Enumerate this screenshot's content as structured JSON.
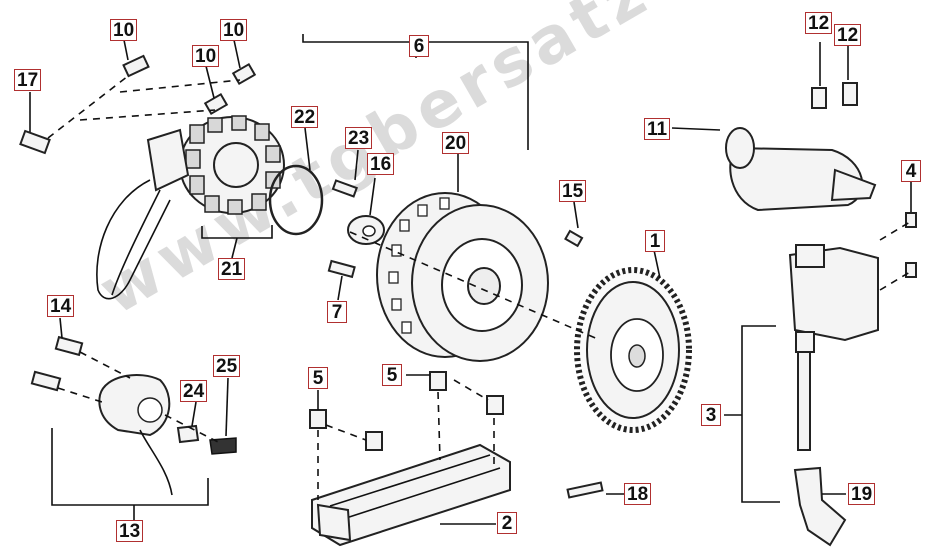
{
  "watermark": "www.tgbersatzteile.de",
  "callouts": [
    {
      "key": "c10a",
      "label": "10"
    },
    {
      "key": "c10b",
      "label": "10"
    },
    {
      "key": "c10c",
      "label": "10"
    },
    {
      "key": "c6",
      "label": "6"
    },
    {
      "key": "c12a",
      "label": "12"
    },
    {
      "key": "c12b",
      "label": "12"
    },
    {
      "key": "c17",
      "label": "17"
    },
    {
      "key": "c22",
      "label": "22"
    },
    {
      "key": "c23",
      "label": "23"
    },
    {
      "key": "c20",
      "label": "20"
    },
    {
      "key": "c11",
      "label": "11"
    },
    {
      "key": "c16",
      "label": "16"
    },
    {
      "key": "c15",
      "label": "15"
    },
    {
      "key": "c4",
      "label": "4"
    },
    {
      "key": "c1",
      "label": "1"
    },
    {
      "key": "c21",
      "label": "21"
    },
    {
      "key": "c14",
      "label": "14"
    },
    {
      "key": "c7",
      "label": "7"
    },
    {
      "key": "c25",
      "label": "25"
    },
    {
      "key": "c5a",
      "label": "5"
    },
    {
      "key": "c5b",
      "label": "5"
    },
    {
      "key": "c3",
      "label": "3"
    },
    {
      "key": "c24",
      "label": "24"
    },
    {
      "key": "c18",
      "label": "18"
    },
    {
      "key": "c19",
      "label": "19"
    },
    {
      "key": "c13",
      "label": "13"
    },
    {
      "key": "c2",
      "label": "2"
    }
  ]
}
